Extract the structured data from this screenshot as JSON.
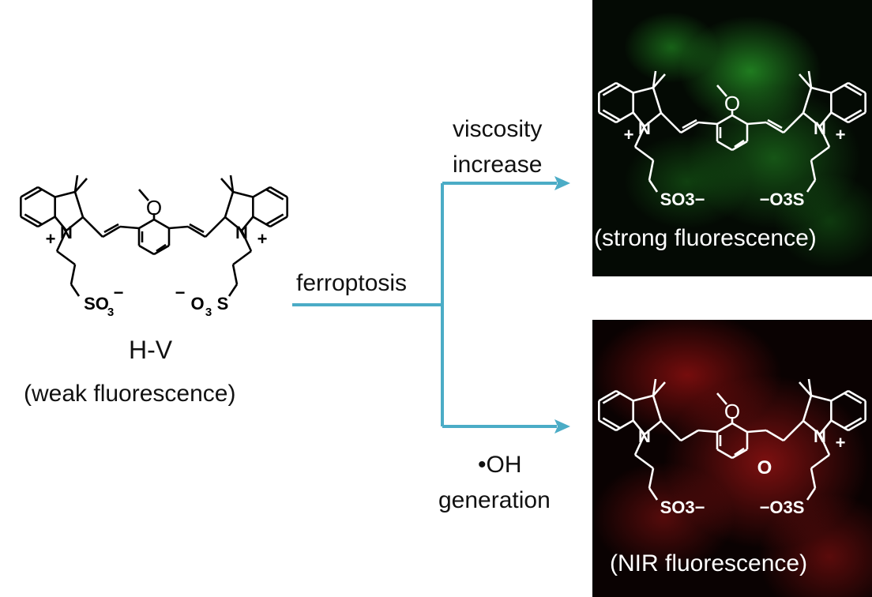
{
  "colors": {
    "arrow": "#4bacc6",
    "bond_dark": "#000000",
    "bond_light": "#ffffff"
  },
  "left": {
    "name": "H-V",
    "caption": "(weak fluorescence)"
  },
  "arrows": {
    "main": "ferroptosis",
    "top_line1": "viscosity",
    "top_line2": "increase",
    "bottom_line1": "•OH",
    "bottom_line2": "generation"
  },
  "green_panel": {
    "caption": "(strong fluorescence)"
  },
  "red_panel": {
    "caption": "(NIR fluorescence)"
  },
  "atoms": {
    "N": "N",
    "plus": "+",
    "O": "O",
    "so3_left": "SO3−",
    "so3_right": "−O3S",
    "so3_base": "SO",
    "so3_sub": "3",
    "so3_minus": "−",
    "o3s_o": "O",
    "o3s_s": "S"
  }
}
